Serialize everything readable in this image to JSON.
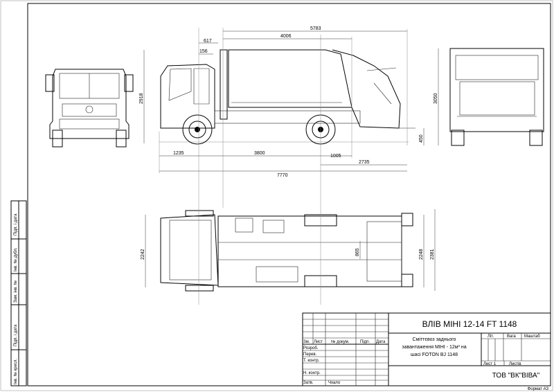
{
  "dimensions": {
    "overall_body": "5783",
    "body_length": "4006",
    "cab_gap": "617",
    "cab_offset": "156",
    "cab_height": "2918",
    "total_height": "3050",
    "rear_step": "450",
    "front_overhang": "1235",
    "wheelbase": "3800",
    "rear_axle_body": "1005",
    "rear_overhang": "2735",
    "total_length": "7770",
    "width_front": "2242",
    "width_rear": "2248",
    "width_max": "2381",
    "frame_width": "865"
  },
  "side_strip": [
    "Інв. № кресл.",
    "Підп. і дата",
    "Зам. інв. №",
    "Інв. № дубл.",
    "Підп. і дата"
  ],
  "title_block": {
    "title": "ВЛІВ МІНІ 12-14 FT 1148",
    "description_lines": [
      "Сміттєвоз заднього",
      "завантаження МІНІ - 12м³ на",
      "шасі  FOTON BJ 1148"
    ],
    "header": [
      "Зм.",
      "Лист",
      "№ докум.",
      "Підп.",
      "Дата"
    ],
    "roles": [
      "Розроб.",
      "Перев.",
      "Т. контр.",
      "",
      "Н. контр.",
      "Затв."
    ],
    "approver_name": "Чхало",
    "lit_label": "Літ.",
    "weight_label": "Вага",
    "scale_label": "Маштаб",
    "sheet_label": "Лист 1",
    "sheets_label": "Листів",
    "company": "ТОВ \"ВК\"ВІВА\"",
    "format": "Формат А3"
  }
}
